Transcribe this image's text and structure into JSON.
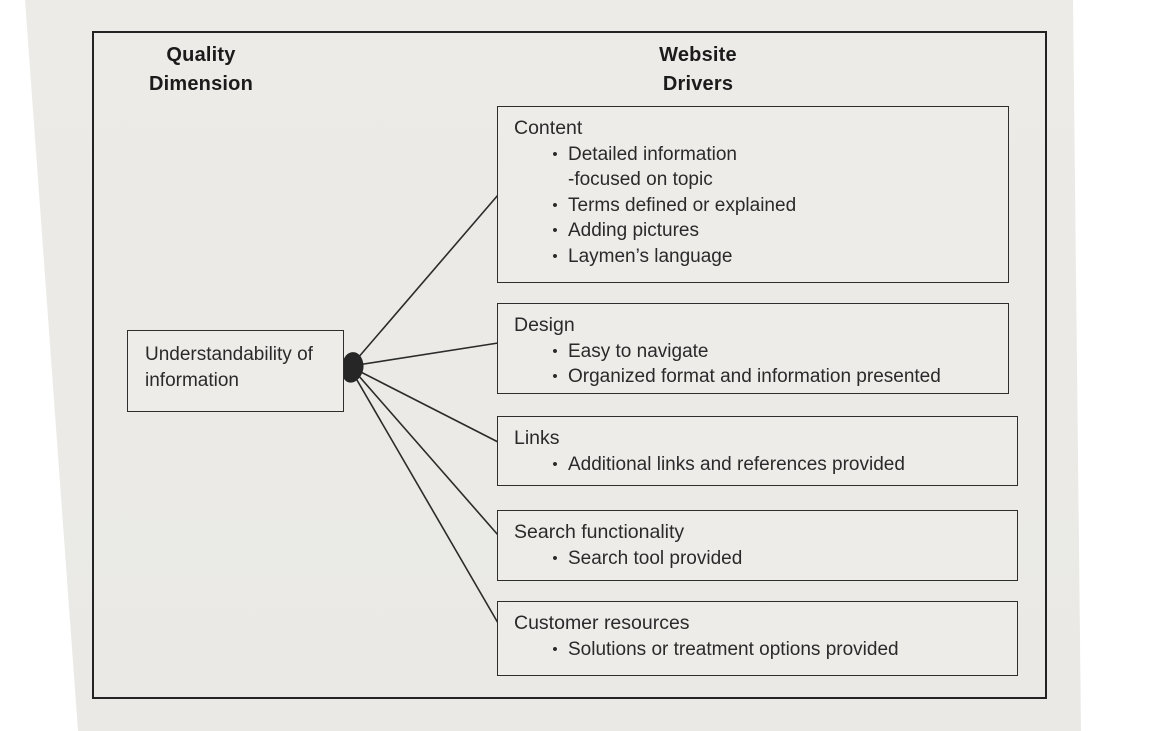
{
  "headers": {
    "left_line1": "Quality",
    "left_line2": "Dimension",
    "right_line1": "Website",
    "right_line2": "Drivers"
  },
  "quality_node": {
    "label": "Understandability of information"
  },
  "drivers": [
    {
      "title": "Content",
      "bullets": [
        [
          "Detailed information",
          "-focused on topic"
        ],
        [
          "Terms defined or explained"
        ],
        [
          "Adding pictures"
        ],
        [
          "Laymen’s language"
        ]
      ]
    },
    {
      "title": "Design",
      "bullets": [
        [
          "Easy to navigate"
        ],
        [
          "Organized format and information presented"
        ]
      ]
    },
    {
      "title": "Links",
      "bullets": [
        [
          "Additional links and references provided"
        ]
      ]
    },
    {
      "title": "Search functionality",
      "bullets": [
        [
          "Search tool provided"
        ]
      ]
    },
    {
      "title": "Customer resources",
      "bullets": [
        [
          "Solutions or treatment options provided"
        ]
      ]
    }
  ],
  "bullet_glyph": "•",
  "colors": {
    "paper": "#eae9e5",
    "box_fill": "#edece9",
    "border": "#2e2e2e",
    "text": "#2a2a2a",
    "arrow": "#2a2a2a"
  }
}
